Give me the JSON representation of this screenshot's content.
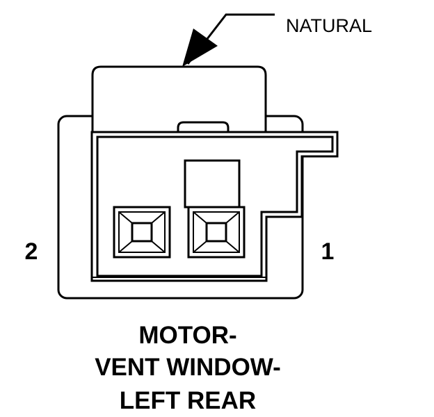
{
  "callout": {
    "label": "NATURAL"
  },
  "pins": {
    "left": "2",
    "right": "1"
  },
  "title": {
    "line1": "MOTOR-",
    "line2": "VENT WINDOW-",
    "line3": "LEFT REAR"
  },
  "colors": {
    "line": "#000000",
    "background": "#ffffff"
  }
}
